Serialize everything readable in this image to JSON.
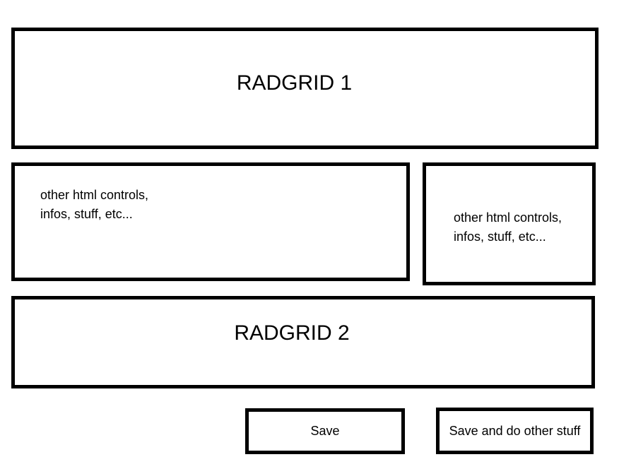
{
  "colors": {
    "background": "#ffffff",
    "border": "#000000",
    "text": "#000000"
  },
  "radgrid1": {
    "label": "RADGRID 1"
  },
  "left_panel": {
    "lines": [
      "other html controls,",
      "infos, stuff, etc..."
    ]
  },
  "right_panel": {
    "lines": [
      "other html controls,",
      "infos, stuff, etc..."
    ]
  },
  "radgrid2": {
    "label": "RADGRID 2"
  },
  "buttons": {
    "save_label": "Save",
    "save_and_do_other_label": "Save and do other stuff"
  }
}
